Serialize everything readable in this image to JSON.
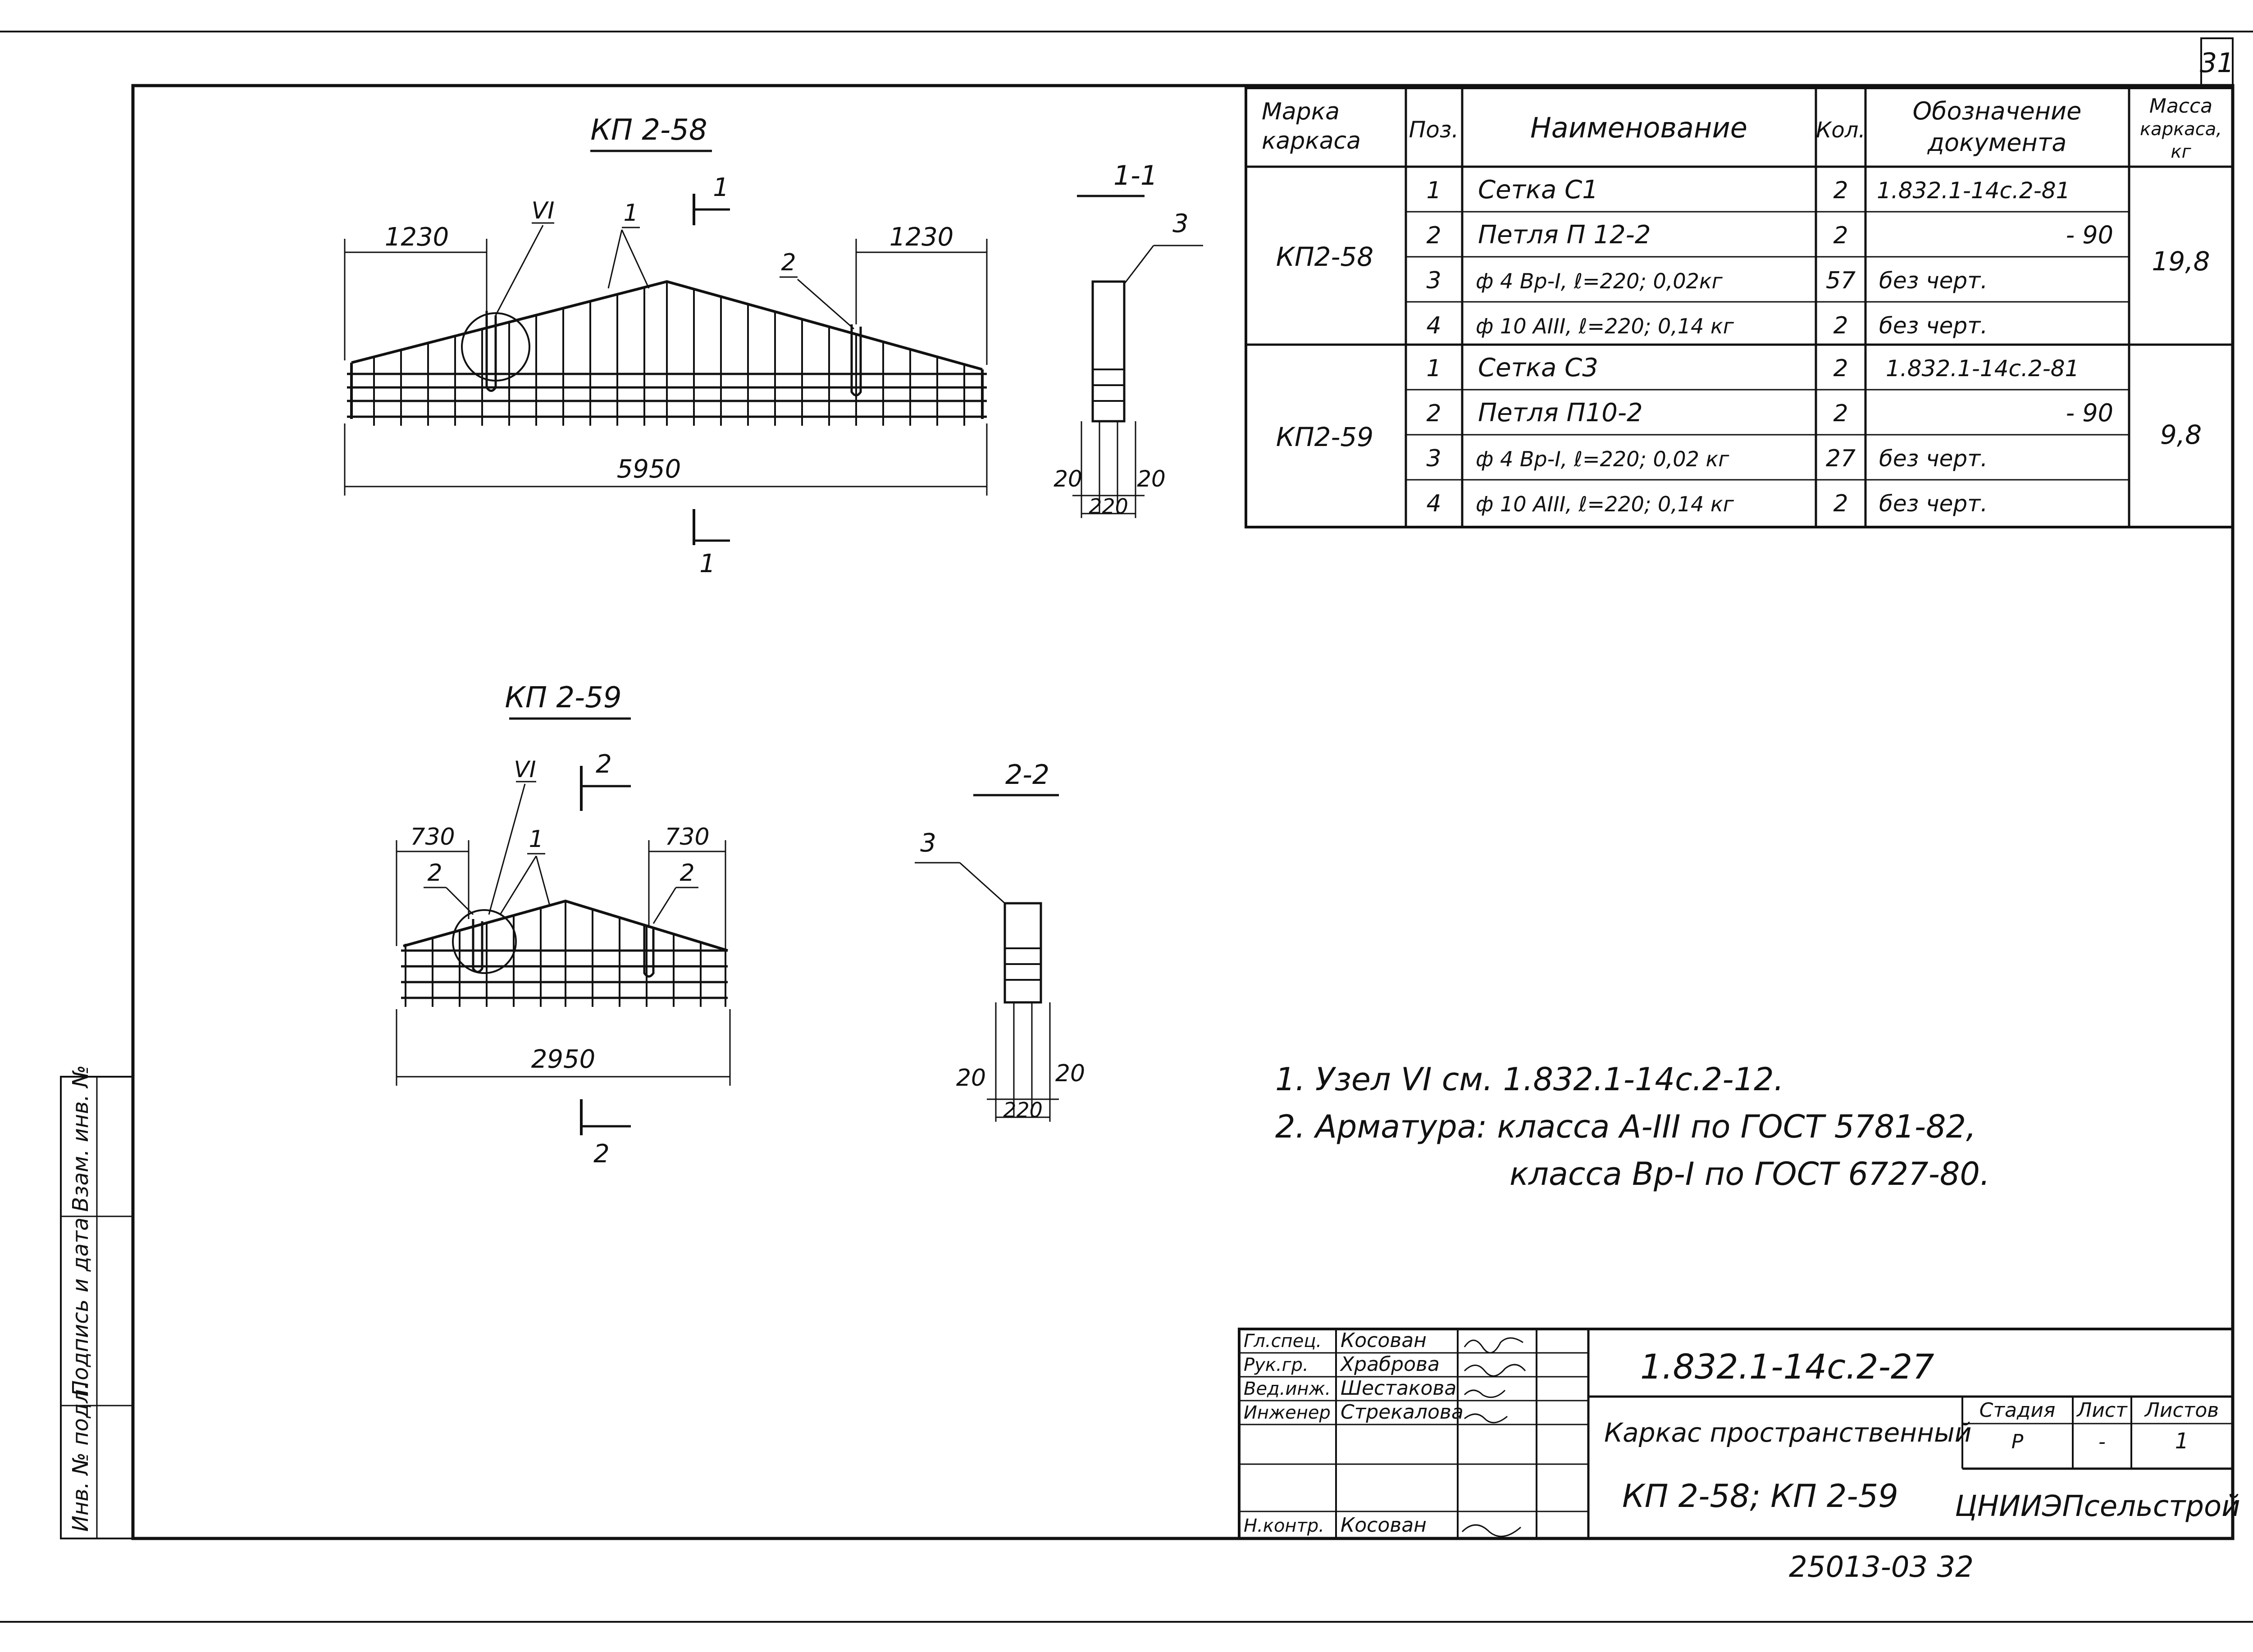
{
  "page_number": "31",
  "drawing_58": {
    "title": "КП 2-58",
    "dim_left": "1230",
    "dim_right": "1230",
    "dim_total": "5950",
    "node_label": "VI",
    "callout_1": "1",
    "callout_2": "2",
    "section_mark_top": "1",
    "section_mark_bottom": "1"
  },
  "section_1": {
    "title": "1-1",
    "callout": "3",
    "dim_left": "20",
    "dim_right": "20",
    "dim_total": "220"
  },
  "drawing_59": {
    "title": "КП 2-59",
    "dim_left": "730",
    "dim_right": "730",
    "dim_total": "2950",
    "node_label": "VI",
    "callout_1": "1",
    "callout_2_left": "2",
    "callout_2_right": "2",
    "section_mark_top": "2",
    "section_mark_bottom": "2"
  },
  "section_2": {
    "title": "2-2",
    "callout": "3",
    "dim_left": "20",
    "dim_right": "20",
    "dim_total": "220"
  },
  "spec_table": {
    "headers": {
      "mark": [
        "Марка",
        "каркаса"
      ],
      "pos": "Поз.",
      "name": "Наименование",
      "qty": "Кол.",
      "doc": [
        "Обозначение",
        "документа"
      ],
      "mass": [
        "Масса",
        "каркаса,",
        "кг"
      ]
    },
    "groups": [
      {
        "mark": "КП2-58",
        "mass": "19,8",
        "rows": [
          {
            "pos": "1",
            "name": "Сетка С1",
            "qty": "2",
            "doc": "1.832.1-14с.2-81"
          },
          {
            "pos": "2",
            "name": "Петля П 12-2",
            "qty": "2",
            "doc": "- 90"
          },
          {
            "pos": "3",
            "name": "ф 4 Вр-I, ℓ=220; 0,02кг",
            "qty": "57",
            "doc": "без черт."
          },
          {
            "pos": "4",
            "name": "ф 10 АIII, ℓ=220; 0,14 кг",
            "qty": "2",
            "doc": "без черт."
          }
        ]
      },
      {
        "mark": "КП2-59",
        "mass": "9,8",
        "rows": [
          {
            "pos": "1",
            "name": "Сетка С3",
            "qty": "2",
            "doc": "1.832.1-14с.2-81"
          },
          {
            "pos": "2",
            "name": "Петля П10-2",
            "qty": "2",
            "doc": "- 90"
          },
          {
            "pos": "3",
            "name": "ф 4 Вр-I, ℓ=220; 0,02 кг",
            "qty": "27",
            "doc": "без черт."
          },
          {
            "pos": "4",
            "name": "ф 10 АIII, ℓ=220; 0,14 кг",
            "qty": "2",
            "doc": "без черт."
          }
        ]
      }
    ]
  },
  "notes": {
    "line1": "1. Узел VI см. 1.832.1-14с.2-12.",
    "line2": "2. Арматура: класса А-III по ГОСТ 5781-82,",
    "line3": "класса Вр-I по ГОСТ 6727-80."
  },
  "title_block": {
    "signatures": [
      {
        "role": "Гл.спец.",
        "name": "Косован"
      },
      {
        "role": "Рук.гр.",
        "name": "Храброва"
      },
      {
        "role": "Вед.инж.",
        "name": "Шестакова"
      },
      {
        "role": "Инженер",
        "name": "Стрекалова"
      },
      {
        "role": "Н.контр.",
        "name": "Косован"
      }
    ],
    "code": "1.832.1-14с.2-27",
    "description": "Каркас пространственный",
    "marks": "КП 2-58; КП 2-59",
    "stage_header": "Стадия",
    "sheet_header": "Лист",
    "sheets_header": "Листов",
    "stage": "Р",
    "sheet": "-",
    "sheets": "1",
    "organization": "ЦНИИЭПсельстрой"
  },
  "side_stamp": {
    "inv_orig": "Инв. № подл.",
    "sign_date": "Подпись и дата",
    "inv_replace": "Взам. инв. №"
  },
  "bottom_code": "25013-03 32"
}
